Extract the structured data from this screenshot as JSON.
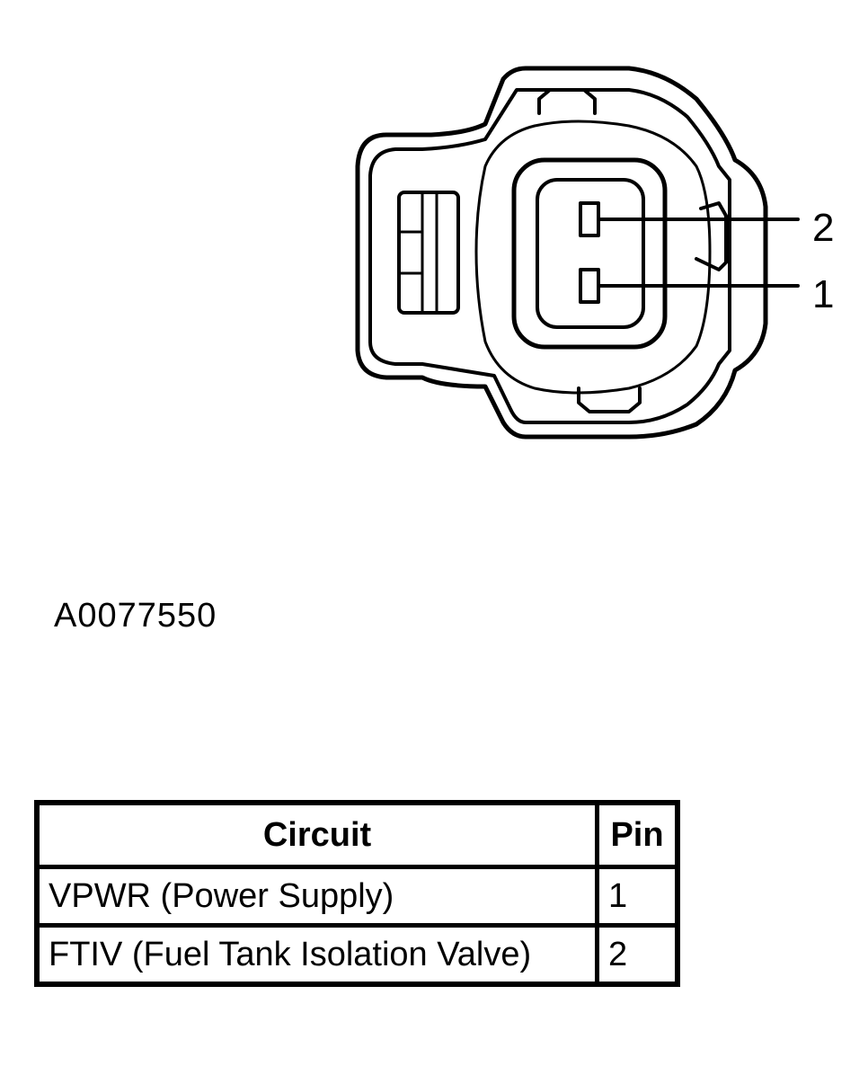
{
  "diagram": {
    "figure_id": "A0077550",
    "pin_labels": [
      "2",
      "1"
    ]
  },
  "table": {
    "headers": {
      "circuit": "Circuit",
      "pin": "Pin"
    },
    "rows": [
      {
        "circuit": "VPWR (Power Supply)",
        "pin": "1"
      },
      {
        "circuit": "FTIV (Fuel Tank Isolation Valve)",
        "pin": "2"
      }
    ]
  }
}
